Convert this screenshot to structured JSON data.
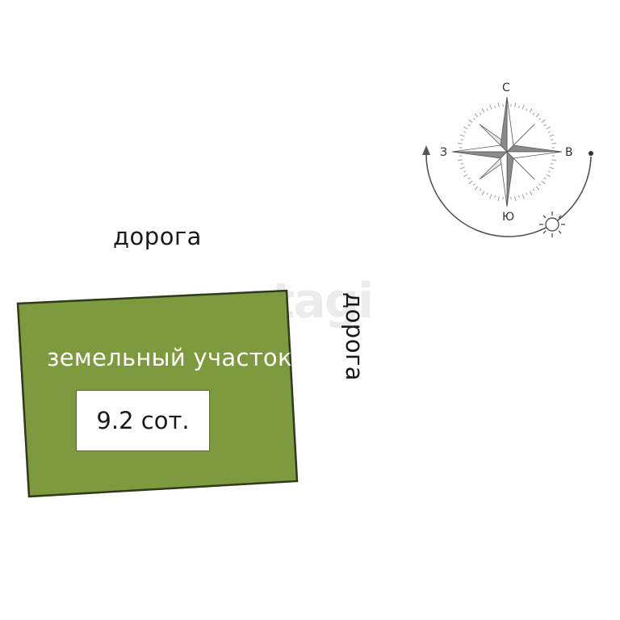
{
  "labels": {
    "road_top": "дорога",
    "road_right": "дорога",
    "plot_title": "земельный участок",
    "plot_area": "9.2 сот.",
    "watermark": "etagi"
  },
  "compass": {
    "north": "С",
    "south": "Ю",
    "west": "З",
    "east": "В"
  },
  "colors": {
    "plot_fill": "#7d9a3e",
    "plot_stroke": "#2f3a1a",
    "compass_ink": "#555555",
    "background": "#ffffff"
  },
  "icons": {
    "compass": "compass-rose-icon",
    "sun": "sun-icon",
    "arc": "sun-path-arc-icon"
  }
}
